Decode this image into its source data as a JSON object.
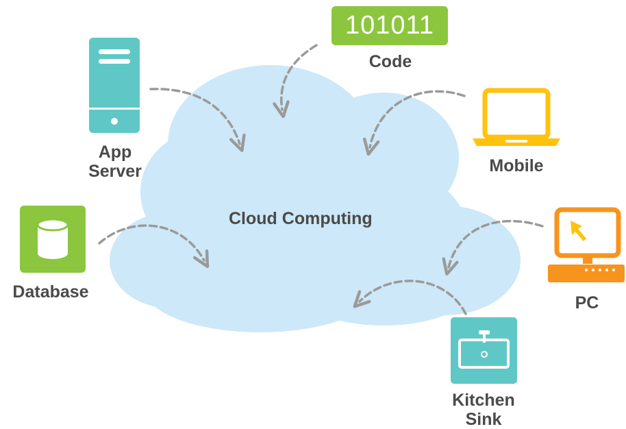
{
  "title": "Cloud Computing",
  "colors": {
    "cloud": "#cde8f8",
    "arrow": "#9a9a9a",
    "server": "#5fc8c6",
    "code": "#8cc63f",
    "laptop": "#ffc20e",
    "database": "#8cc63f",
    "pc": "#f7941d",
    "sink": "#5fc8c6",
    "label": "#4a4a4a"
  },
  "nodes": {
    "code": {
      "badge": "101011",
      "label": "Code",
      "icon": "code-badge"
    },
    "app_server": {
      "line1": "App",
      "line2": "Server",
      "icon": "server-icon"
    },
    "mobile": {
      "label": "Mobile",
      "icon": "laptop-icon"
    },
    "database": {
      "label": "Database",
      "icon": "database-icon"
    },
    "pc": {
      "label": "PC",
      "icon": "pc-icon"
    },
    "kitchen_sink": {
      "line1": "Kitchen",
      "line2": "Sink",
      "icon": "sink-icon"
    }
  }
}
